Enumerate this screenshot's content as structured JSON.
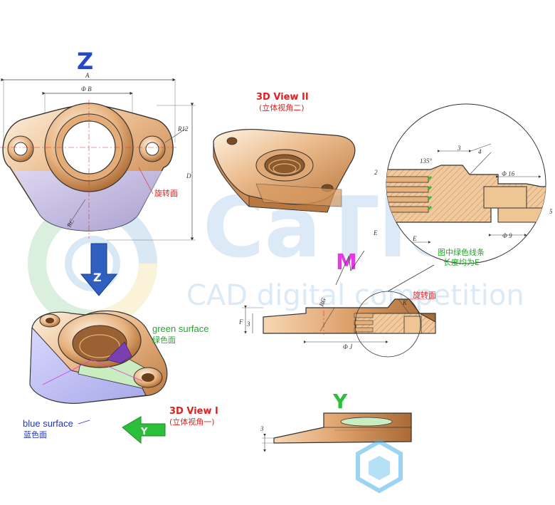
{
  "views": {
    "z": "Z",
    "m": "M",
    "y": "Y",
    "z_arrow": "Z",
    "y_arrow": "Y"
  },
  "labels": {
    "view2_title": "3D View II",
    "view2_sub": "(立体视角二)",
    "view1_title": "3D View I",
    "view1_sub": "(立体视角一)",
    "green_surface": "green surface",
    "green_surface_zh": "绿色面",
    "blue_surface": "blue surface",
    "blue_surface_zh": "蓝色面",
    "revolve_top": "旋转面",
    "revolve_detail": "旋转面",
    "note_line1": "图中绿色线条",
    "note_line2": "长度均为E"
  },
  "dims": {
    "a": "A",
    "phi_b": "Φ B",
    "r12": "R12",
    "d": "D",
    "rc": "RC",
    "rg": "RG",
    "phi_j": "Φ J",
    "f": "F",
    "three_m": "3",
    "three_y": "3",
    "angle": "135°",
    "three_d": "3",
    "four_d": "4",
    "two_d": "2",
    "phi16": "Φ 16",
    "e1": "E",
    "e2": "E",
    "phi9": "Φ 9",
    "five": "5",
    "k": "K"
  },
  "watermark": {
    "brand": "CaTlcs",
    "tagline": "CAD digital competition"
  },
  "colors": {
    "part": "#e9b98a",
    "part_dark": "#c98a55",
    "blue_face": "#b9b9ef",
    "green_face": "#c9ecc0",
    "z_letter": "#2448c8",
    "green_letter": "#2bbf3a",
    "magenta_letter": "#e33ae3",
    "red_text": "#e02020",
    "blue_text": "#2236b8",
    "green_text": "#22a82a"
  }
}
